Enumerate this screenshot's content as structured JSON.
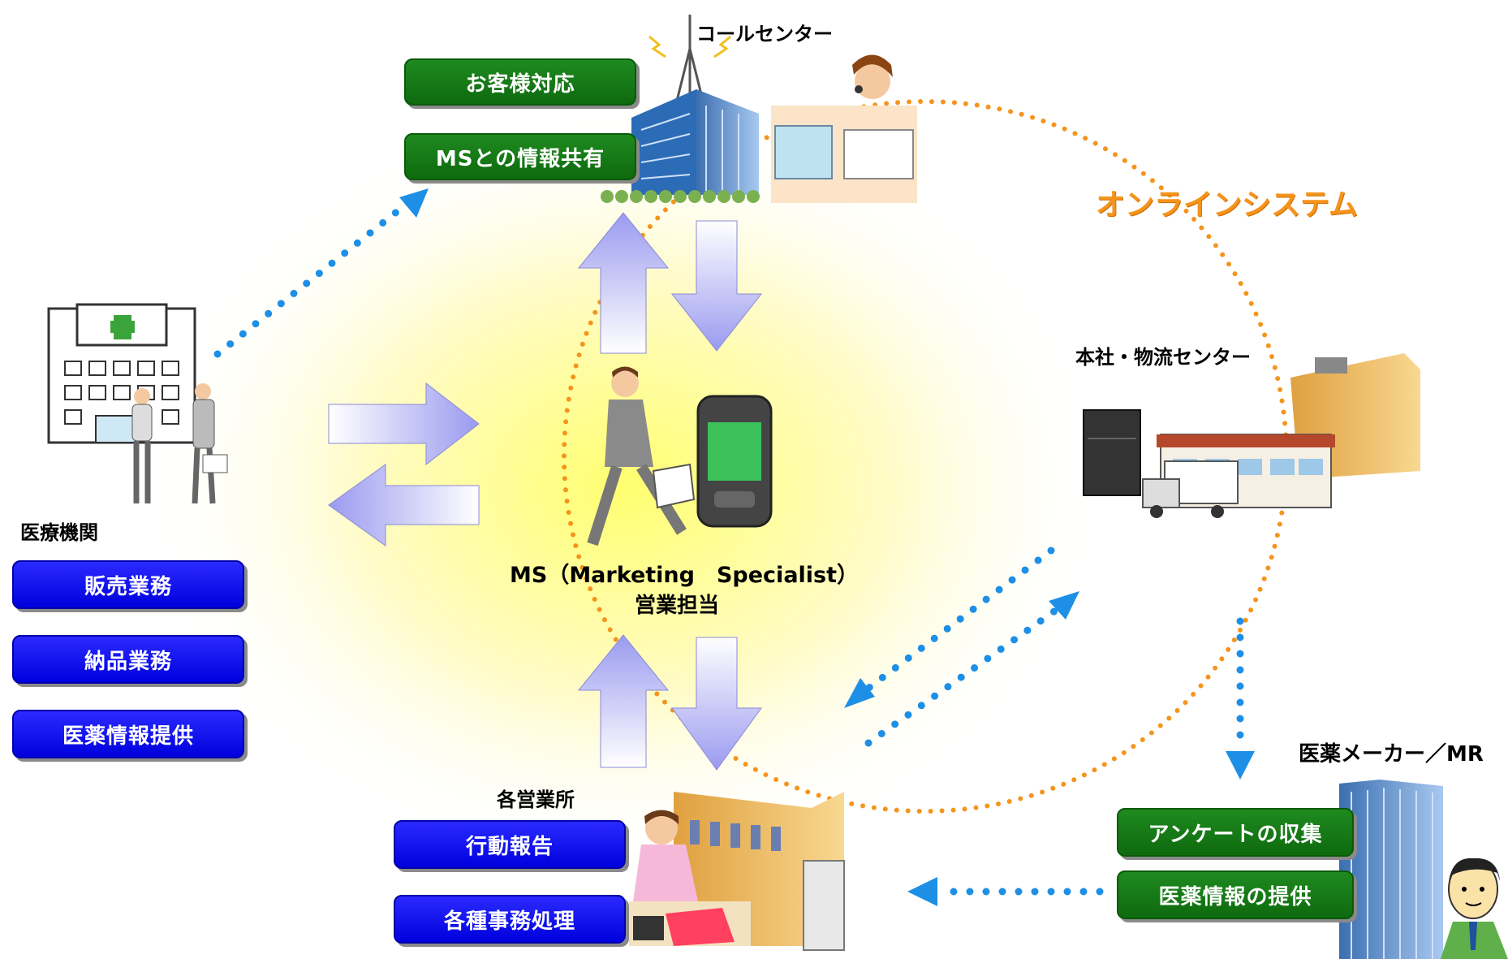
{
  "labels": {
    "call_center": "コールセンター",
    "online_system": "オンラインシステム",
    "hq": "本社・物流センター",
    "medical": "医療機関",
    "ms_line1": "MS（Marketing　Specialist）",
    "ms_line2": "営業担当",
    "branch": "各営業所",
    "maker": "医薬メーカー／MR"
  },
  "call_center_tasks": [
    "お客様対応",
    "MSとの情報共有"
  ],
  "medical_tasks": [
    "販売業務",
    "納品業務",
    "医薬情報提供"
  ],
  "branch_tasks": [
    "行動報告",
    "各種事務処理"
  ],
  "maker_tasks": [
    "アンケートの収集",
    "医薬情報の提供"
  ],
  "colors": {
    "green_box": "#117a11",
    "blue_box": "#0000ee",
    "orange_dots": "#f5941d",
    "blue_dots": "#1e8fe6",
    "arrow": "#a8a8f0"
  }
}
